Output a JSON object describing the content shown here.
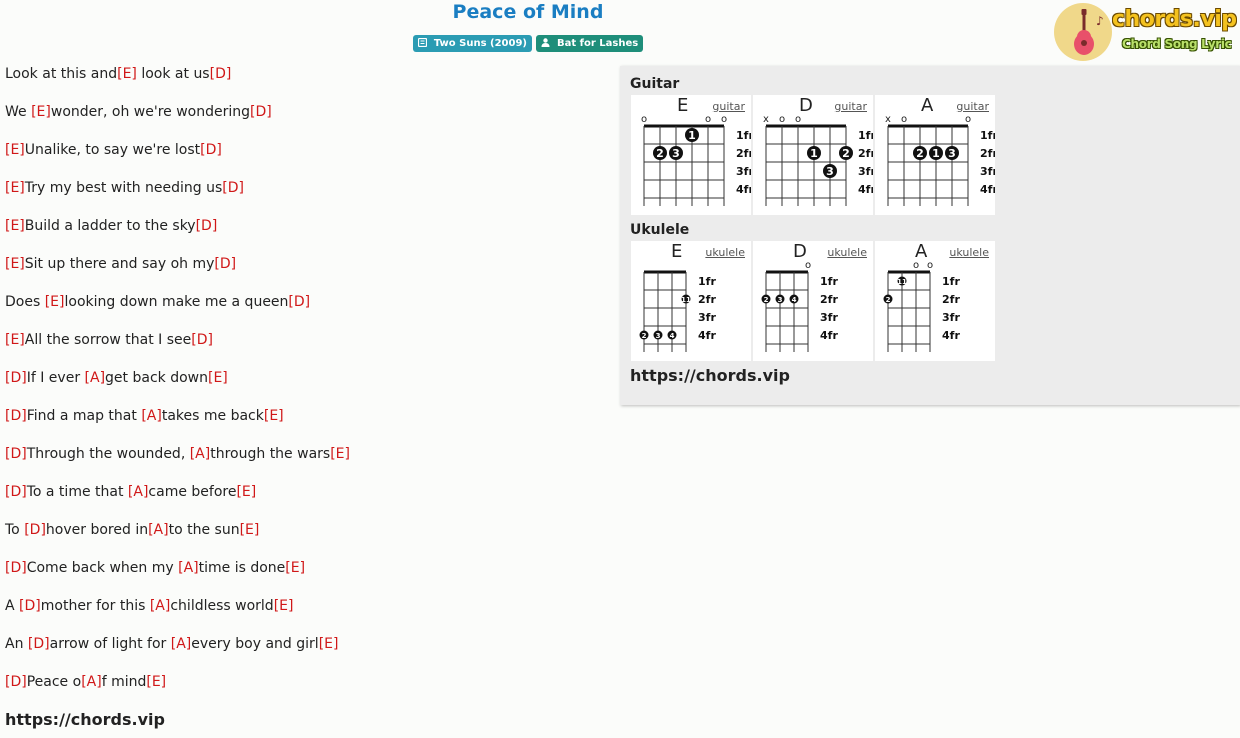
{
  "song": {
    "title": "Peace of Mind",
    "album": "Two Suns (2009)",
    "artist": "Bat for Lashes"
  },
  "logo": {
    "name": "chords.vip",
    "tagline": "Chord Song Lyric"
  },
  "lyrics": [
    [
      {
        "t": "Look at this and"
      },
      {
        "c": "[E]"
      },
      {
        "t": " look at us"
      },
      {
        "c": "[D]"
      }
    ],
    [
      {
        "t": "We "
      },
      {
        "c": "[E]"
      },
      {
        "t": "wonder, oh we're wondering"
      },
      {
        "c": "[D]"
      }
    ],
    [
      {
        "c": "[E]"
      },
      {
        "t": "Unalike, to say we're lost"
      },
      {
        "c": "[D]"
      }
    ],
    [
      {
        "c": "[E]"
      },
      {
        "t": "Try my best with needing us"
      },
      {
        "c": "[D]"
      }
    ],
    [
      {
        "c": "[E]"
      },
      {
        "t": "Build a ladder to the sky"
      },
      {
        "c": "[D]"
      }
    ],
    [
      {
        "c": "[E]"
      },
      {
        "t": "Sit up there and say oh my"
      },
      {
        "c": "[D]"
      }
    ],
    [
      {
        "t": "Does "
      },
      {
        "c": "[E]"
      },
      {
        "t": "looking down make me a queen"
      },
      {
        "c": "[D]"
      }
    ],
    [
      {
        "c": "[E]"
      },
      {
        "t": "All the sorrow that I see"
      },
      {
        "c": "[D]"
      }
    ],
    [
      {
        "c": "[D]"
      },
      {
        "t": "If I ever "
      },
      {
        "c": "[A]"
      },
      {
        "t": "get back down"
      },
      {
        "c": "[E]"
      }
    ],
    [
      {
        "c": "[D]"
      },
      {
        "t": "Find a map that "
      },
      {
        "c": "[A]"
      },
      {
        "t": "takes me back"
      },
      {
        "c": "[E]"
      }
    ],
    [
      {
        "c": "[D]"
      },
      {
        "t": "Through the wounded, "
      },
      {
        "c": "[A]"
      },
      {
        "t": "through the wars"
      },
      {
        "c": "[E]"
      }
    ],
    [
      {
        "c": "[D]"
      },
      {
        "t": "To a time that "
      },
      {
        "c": "[A]"
      },
      {
        "t": "came before"
      },
      {
        "c": "[E]"
      }
    ],
    [
      {
        "t": "To "
      },
      {
        "c": "[D]"
      },
      {
        "t": "hover bored in"
      },
      {
        "c": "[A]"
      },
      {
        "t": "to the sun"
      },
      {
        "c": "[E]"
      }
    ],
    [
      {
        "c": "[D]"
      },
      {
        "t": "Come back when my "
      },
      {
        "c": "[A]"
      },
      {
        "t": "time is done"
      },
      {
        "c": "[E]"
      }
    ],
    [
      {
        "t": "A "
      },
      {
        "c": "[D]"
      },
      {
        "t": "mother for this "
      },
      {
        "c": "[A]"
      },
      {
        "t": "childless world"
      },
      {
        "c": "[E]"
      }
    ],
    [
      {
        "t": "An "
      },
      {
        "c": "[D]"
      },
      {
        "t": "arrow of light for "
      },
      {
        "c": "[A]"
      },
      {
        "t": "every boy and girl"
      },
      {
        "c": "[E]"
      }
    ],
    [
      {
        "c": "[D]"
      },
      {
        "t": "Peace o"
      },
      {
        "c": "[A]"
      },
      {
        "t": "f mind"
      },
      {
        "c": "[E]"
      }
    ]
  ],
  "lyrics_footer": "https://chords.vip",
  "chord_panel": {
    "guitar_heading": "Guitar",
    "ukulele_heading": "Ukulele",
    "footer": "https://chords.vip",
    "fret_labels": [
      "1fr",
      "2fr",
      "3fr",
      "4fr"
    ],
    "guitar": [
      {
        "name": "E",
        "link": "guitar",
        "markers": [
          "o",
          "",
          "",
          "",
          "o",
          "o"
        ],
        "fingers": [
          [
            1,
            4,
            "1"
          ],
          [
            2,
            2,
            "2"
          ],
          [
            2,
            3,
            "3"
          ]
        ]
      },
      {
        "name": "D",
        "link": "guitar",
        "markers": [
          "x",
          "o",
          "o",
          "",
          "",
          ""
        ],
        "fingers": [
          [
            2,
            4,
            "1"
          ],
          [
            2,
            6,
            "2"
          ],
          [
            3,
            5,
            "3"
          ]
        ]
      },
      {
        "name": "A",
        "link": "guitar",
        "markers": [
          "x",
          "o",
          "",
          "",
          "",
          "o"
        ],
        "fingers": [
          [
            2,
            3,
            "2"
          ],
          [
            2,
            4,
            "1"
          ],
          [
            2,
            5,
            "3"
          ]
        ]
      }
    ],
    "ukulele": [
      {
        "name": "E",
        "link": "ukulele",
        "markers": [
          "",
          "",
          "",
          ""
        ],
        "fingers": [
          [
            2,
            4,
            "11"
          ],
          [
            4,
            1,
            "2"
          ],
          [
            4,
            2,
            "3"
          ],
          [
            4,
            3,
            "4"
          ]
        ]
      },
      {
        "name": "D",
        "link": "ukulele",
        "markers": [
          "",
          "",
          "",
          "o"
        ],
        "fingers": [
          [
            2,
            1,
            "2"
          ],
          [
            2,
            2,
            "3"
          ],
          [
            2,
            3,
            "4"
          ]
        ]
      },
      {
        "name": "A",
        "link": "ukulele",
        "markers": [
          "",
          "",
          "o",
          "o"
        ],
        "fingers": [
          [
            1,
            2,
            "11"
          ],
          [
            2,
            1,
            "2"
          ]
        ]
      }
    ]
  }
}
